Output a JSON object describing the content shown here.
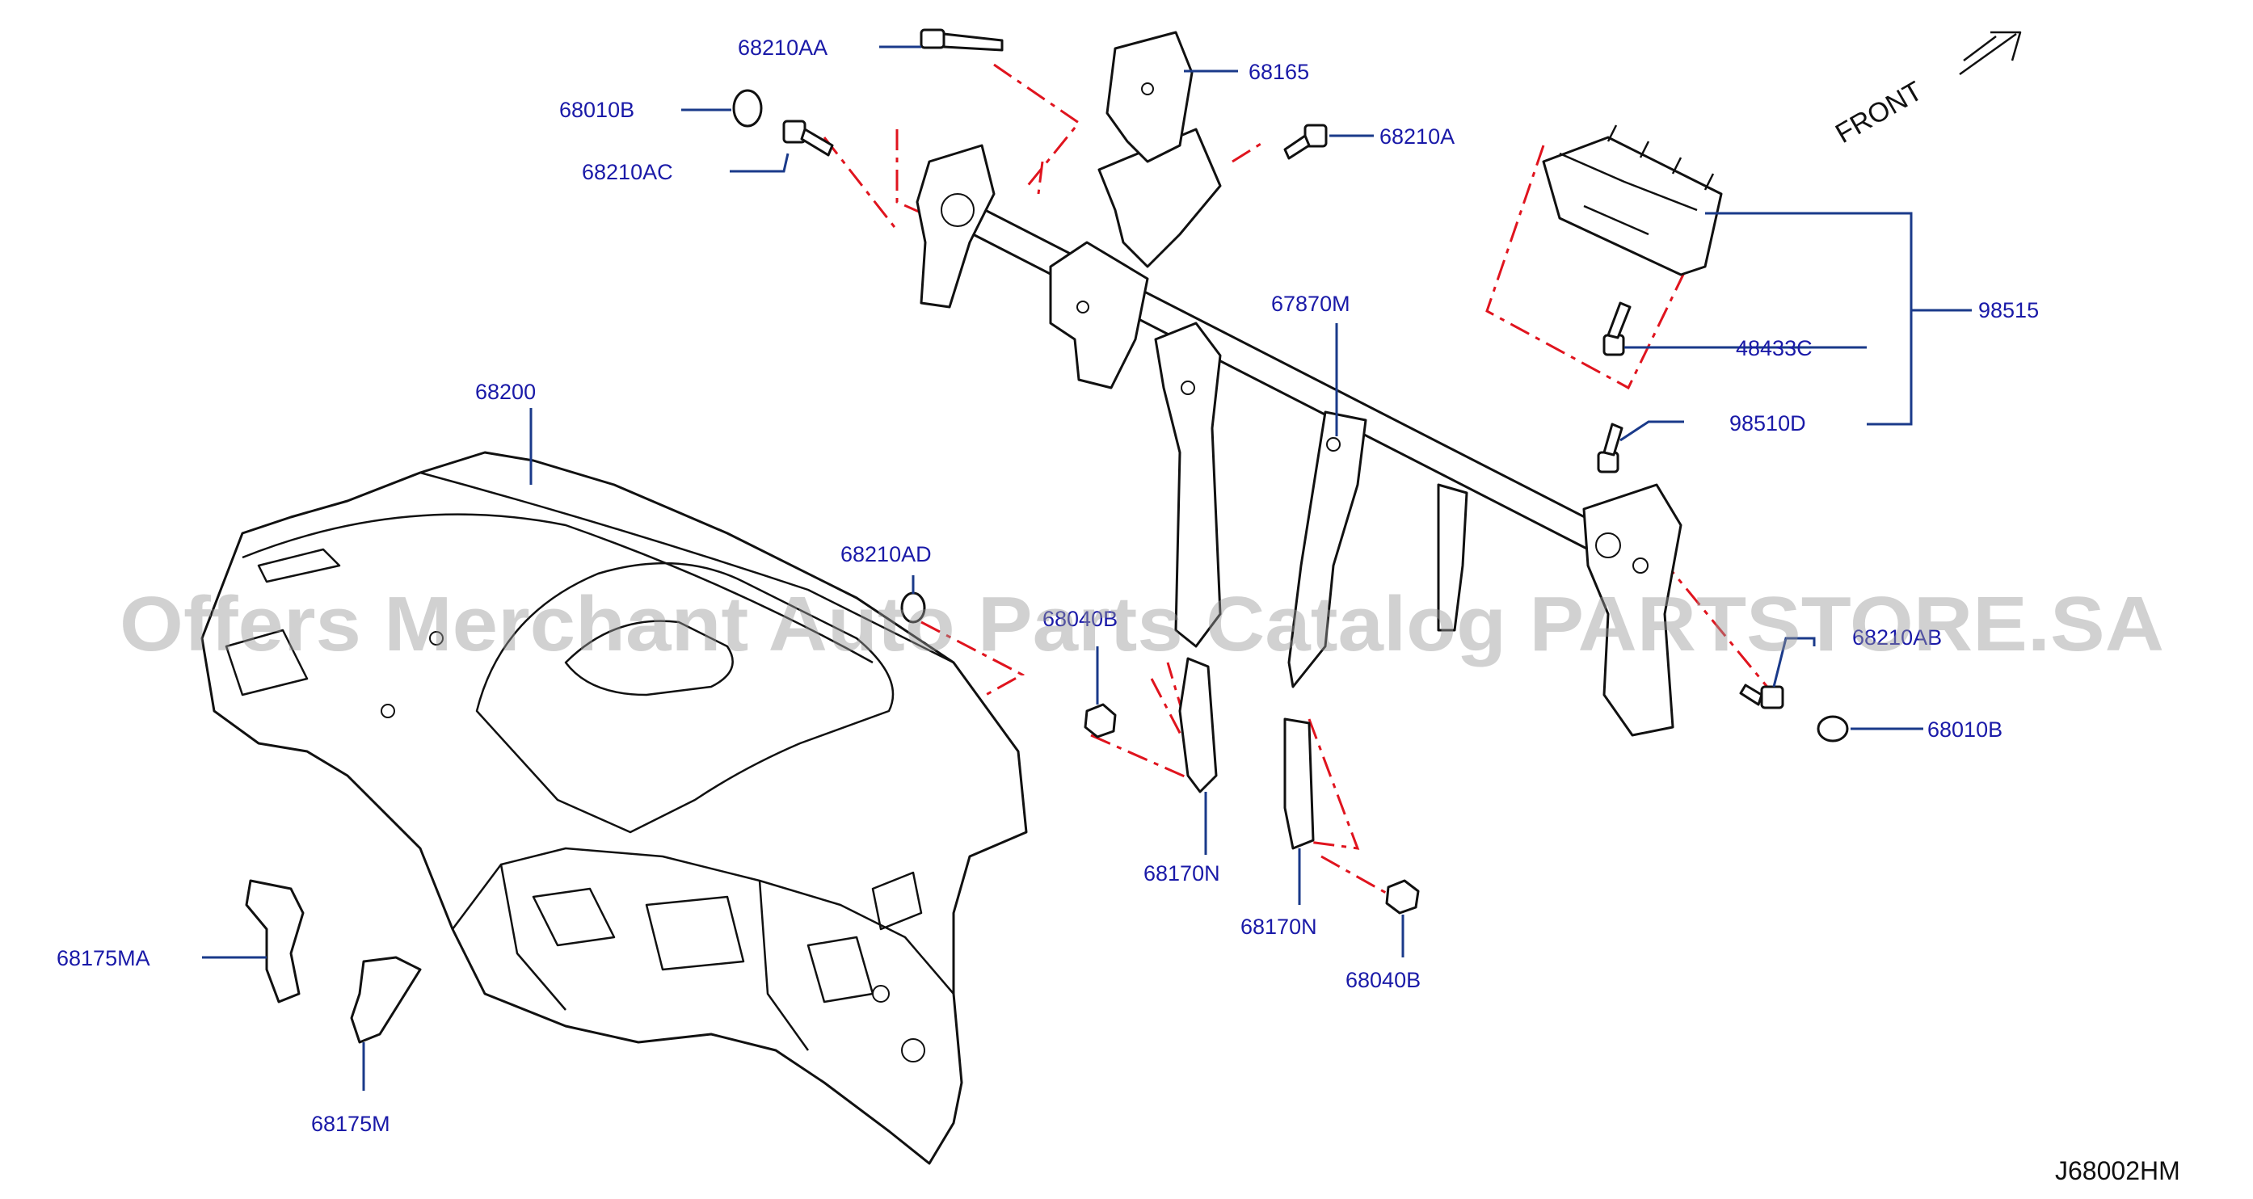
{
  "diagram": {
    "reference_code": "J68002HM",
    "front_label": "FRONT",
    "watermark": "Offers Merchant Auto Parts Catalog PARTSTORE.SA",
    "colors": {
      "label": "#1a1aa8",
      "leader": "#1a3a8a",
      "dash": "#e0141e",
      "line": "#111111"
    },
    "labels": {
      "p68210AA": "68210AA",
      "p68165": "68165",
      "p68010B_top": "68010B",
      "p68210AC": "68210AC",
      "p68210A": "68210A",
      "p98515": "98515",
      "p48433C": "48433C",
      "p98510D": "98510D",
      "p67870M": "67870M",
      "p68200": "68200",
      "p68210AD": "68210AD",
      "p68040B_left": "68040B",
      "p68210AB": "68210AB",
      "p68010B_right": "68010B",
      "p68170N_a": "68170N",
      "p68170N_b": "68170N",
      "p68040B_bottom": "68040B",
      "p68175MA": "68175MA",
      "p68175M": "68175M"
    }
  }
}
